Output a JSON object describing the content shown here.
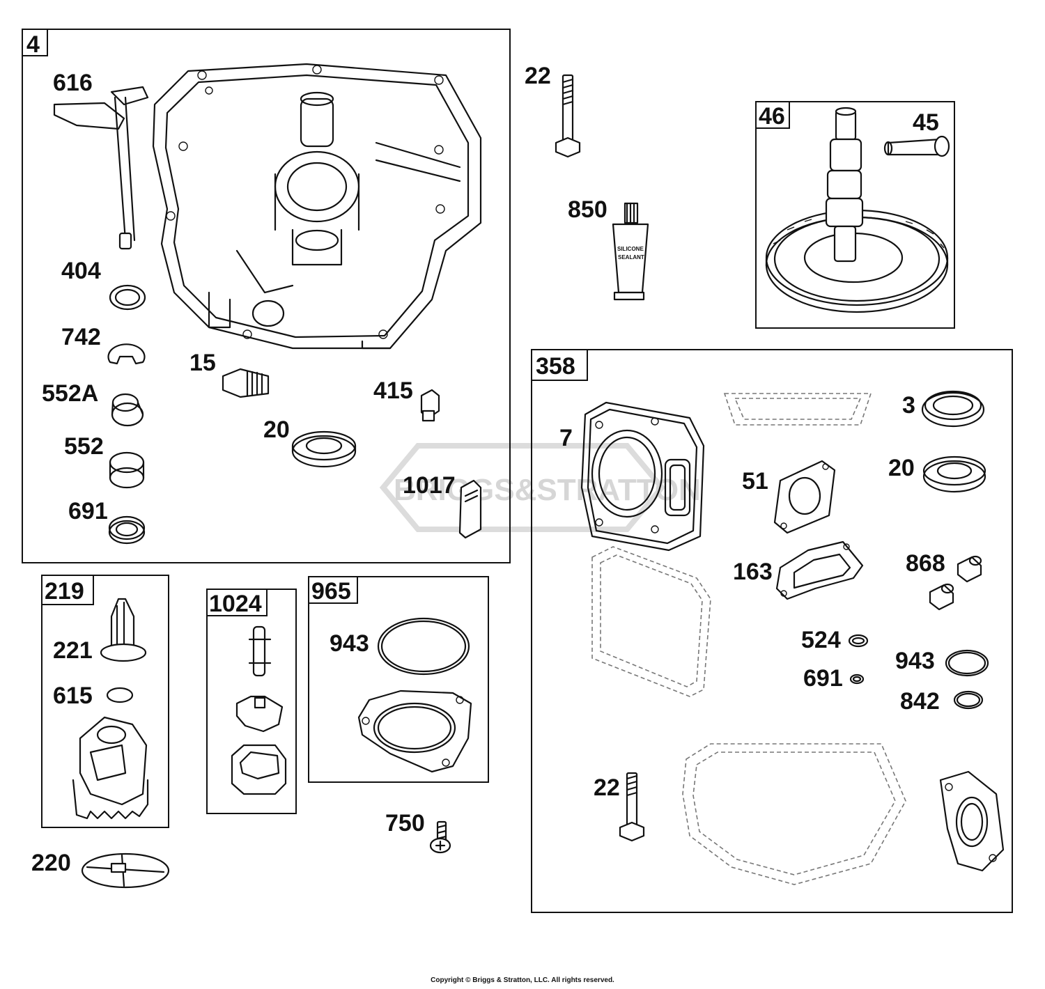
{
  "groups": {
    "g4": "4",
    "g46": "46",
    "g358": "358",
    "g219": "219",
    "g1024": "1024",
    "g965": "965"
  },
  "parts": {
    "p616": "616",
    "p404": "404",
    "p742": "742",
    "p552a": "552A",
    "p552": "552",
    "p691a": "691",
    "p15": "15",
    "p20a": "20",
    "p415": "415",
    "p1017": "1017",
    "p22a": "22",
    "p850": "850",
    "p45": "45",
    "p7": "7",
    "p3": "3",
    "p20b": "20",
    "p51": "51",
    "p163": "163",
    "p868": "868",
    "p524": "524",
    "p691b": "691",
    "p943b": "943",
    "p842": "842",
    "p22b": "22",
    "p221": "221",
    "p615": "615",
    "p220": "220",
    "p943a": "943",
    "p750": "750"
  },
  "sealant": {
    "line1": "SILICONE",
    "line2": "SEALANT"
  },
  "watermark": "BRIGGS&STRATTON",
  "copyright": "Copyright © Briggs & Stratton, LLC. All rights reserved."
}
